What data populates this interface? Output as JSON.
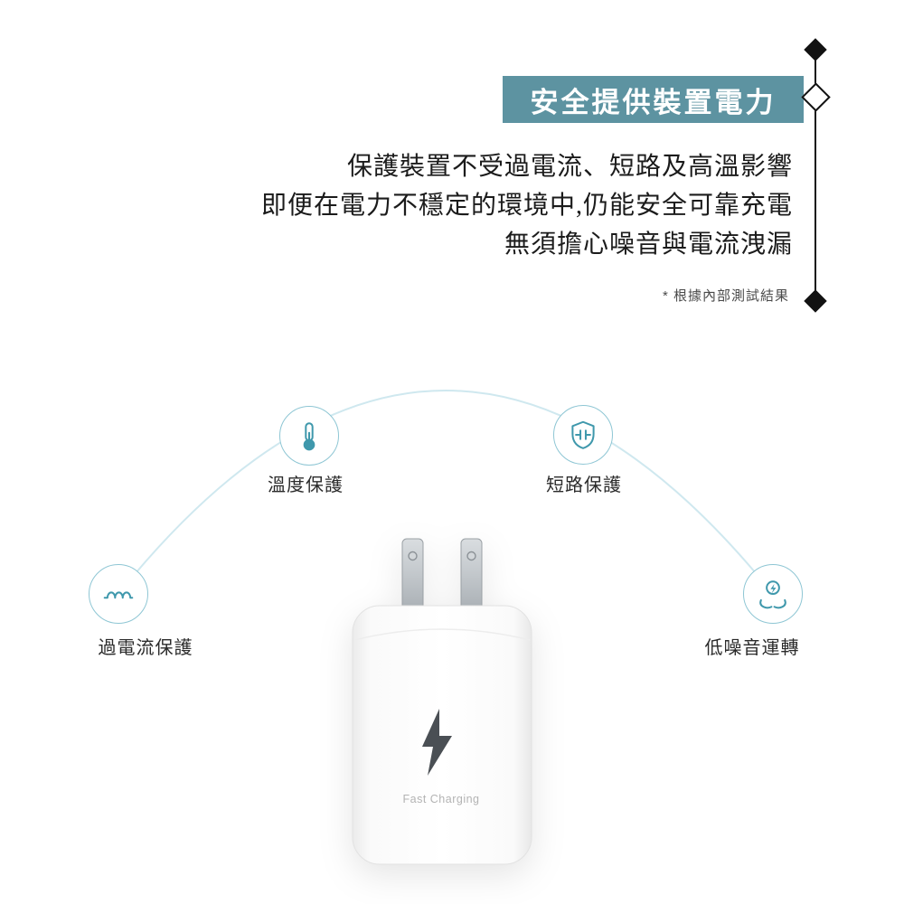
{
  "banner": {
    "title": "安全提供裝置電力",
    "bg_color": "#5d93a1"
  },
  "intro": {
    "lines": [
      "保護裝置不受過電流、短路及高溫影響",
      "即便在電力不穩定的環境中,仍能安全可靠充電",
      "無須擔心噪音與電流洩漏"
    ],
    "footnote": "* 根據內部測試結果"
  },
  "features": {
    "temperature": {
      "label": "溫度保護",
      "icon": "thermometer-icon"
    },
    "short_circuit": {
      "label": "短路保護",
      "icon": "shield-icon"
    },
    "overcurrent": {
      "label": "過電流保護",
      "icon": "coil-wave-icon"
    },
    "low_noise": {
      "label": "低噪音運轉",
      "icon": "hands-energy-icon"
    }
  },
  "product": {
    "label": "Fast Charging",
    "icon": "lightning-bolt-icon",
    "type": "wall-charger"
  },
  "colors": {
    "accent_teal": "#5d93a1",
    "icon_teal": "#3f98ac",
    "arc_blue": "#cfe8ef",
    "decor_black": "#121212"
  }
}
